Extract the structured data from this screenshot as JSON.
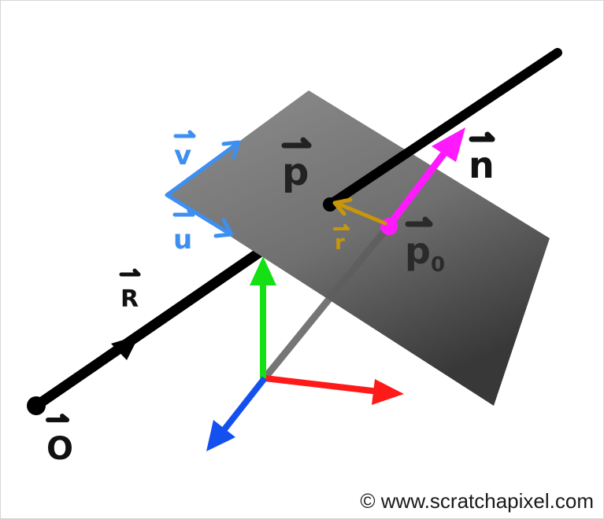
{
  "labels": {
    "origin": "O",
    "ray": "R",
    "point_p": "p",
    "point_p0": "p",
    "point_p0_subscript": "0",
    "normal": "n",
    "vector_u": "u",
    "vector_v": "v",
    "vector_r": "r"
  },
  "footer": {
    "copyright": "© www.scratchapixel.com"
  },
  "colors": {
    "ray": "#000000",
    "normal": "#ff19ff",
    "vector_uv": "#3d8ff0",
    "vector_r": "#c8960a",
    "axis_x": "#ff1a1a",
    "axis_y": "#14e014",
    "axis_z": "#1450f0",
    "plane_light": "#8e8e8e",
    "plane_dark": "#3a3a3a"
  }
}
